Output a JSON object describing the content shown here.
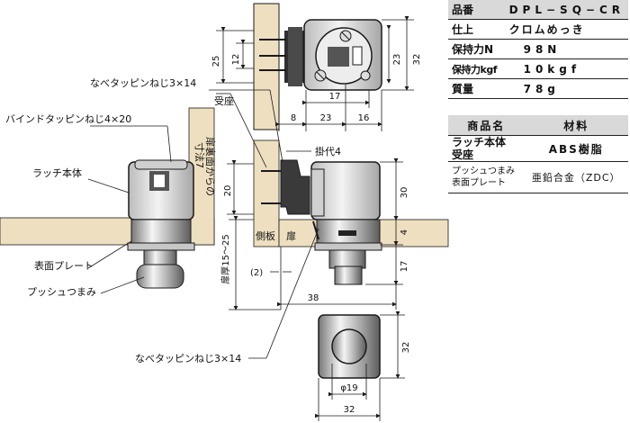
{
  "spec": {
    "rows": [
      {
        "key": "品番",
        "value": "DPL−SQ−CR",
        "head": true
      },
      {
        "key": "仕上",
        "value": "クロムめっき"
      },
      {
        "key": "保持力N",
        "value": "98N"
      },
      {
        "key": "保持力kgf",
        "value": "10kgf"
      },
      {
        "key": "質量",
        "value": "78g"
      }
    ]
  },
  "materials": {
    "header": {
      "name": "商品名",
      "material": "材料"
    },
    "rows": [
      {
        "name_lines": [
          "ラッチ本体",
          "受座"
        ],
        "material": "ABS樹脂"
      },
      {
        "name_lines": [
          "プッシュつまみ",
          "表面プレート"
        ],
        "material": "亜鉛合金（ZDC）"
      }
    ]
  },
  "labels": {
    "nabe_screw_top": "なべタッピンねじ3×14",
    "uke_za": "受座",
    "bind_screw": "バインドタッピンねじ4×20",
    "latch_body": "ラッチ本体",
    "hyoumen_plate": "表面プレート",
    "push_knob": "プッシュつまみ",
    "tobira_line1": "扉裏面からの",
    "tobira_line2": "寸法7",
    "kakedai": "掛代4",
    "sokuita": "側板",
    "tobira": "扉",
    "tobira_atsu": "扉厚15～25",
    "nabe_screw_bottom": "なべタッピンねじ3×14"
  },
  "dimensions": {
    "top_v25": "25",
    "top_v12": "12",
    "top_v23": "23",
    "top_v32": "32",
    "top_h17": "17",
    "top_h8": "8",
    "top_h23": "23",
    "top_h16": "16",
    "side_v20": "20",
    "side_v30": "30",
    "side_v4": "4",
    "side_v17": "17",
    "side_gap2": "(2)",
    "side_h38": "38",
    "front_v32": "32",
    "front_phi19": "φ19",
    "front_h32": "32"
  },
  "colors": {
    "wood": "#eedfc0",
    "line": "#1a1a1a",
    "part_dark": "#3a3a3a",
    "part_light": "#e6e6e6",
    "header_bg": "#d9d9d9"
  }
}
